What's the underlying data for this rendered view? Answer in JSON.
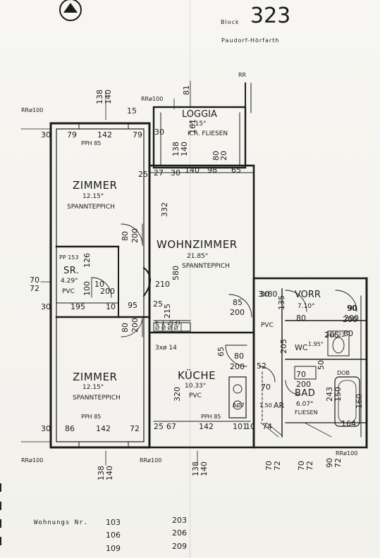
{
  "header": {
    "block_label": "Block",
    "block_number": "323",
    "location": "Paudorf-Hörfarth"
  },
  "rooms": {
    "loggia": {
      "name": "LOGGIA",
      "area": "5.15°",
      "floor": "K.R. FLIESEN"
    },
    "zimmer_top": {
      "name": "ZIMMER",
      "area": "12.15°",
      "floor": "SPANNTEPPICH"
    },
    "wohnzimmer": {
      "name": "WOHNZIMMER",
      "area": "21.85°",
      "floor": "SPANNTEPPICH"
    },
    "sr": {
      "name": "SR.",
      "area": "4.29°",
      "floor": "PVC"
    },
    "zimmer_bottom": {
      "name": "ZIMMER",
      "area": "12.15°",
      "floor": "SPANNTEPPICH"
    },
    "kueche": {
      "name": "KÜCHE",
      "area": "10.33°",
      "floor": "PVC"
    },
    "vorr": {
      "name": "VORR",
      "area": "7.10°"
    },
    "wc": {
      "name": "WC",
      "area": "1.95°"
    },
    "bad": {
      "name": "BAD",
      "area": "6.07°",
      "floor": "FLIESEN"
    },
    "ar": {
      "name": "AR",
      "area": "1.50"
    }
  },
  "annotations": {
    "rr100_top": "RRø100",
    "rr100_left": "RRø100",
    "rr100_bottom_left": "RRø100",
    "rr100_bottom_mid": "RRø100",
    "rr100_bottom_right": "RRø100",
    "rr_top": "RR",
    "pph85_top": "PPH 85",
    "pph85_bottom": "PPH 85",
    "pph85_kueche": "PPH 85",
    "pp153": "PP 153",
    "e12": "E 1 2(3)",
    "e_boxes": "Ø Ø Ø Ø",
    "three_x_14": "3xø 14",
    "three_x_22": "3xø 22",
    "pvc_vorr": "PVC",
    "aq": "AØ7",
    "dob": "DOB"
  },
  "dimensions": {
    "d30a": "30",
    "d79a": "79",
    "d142a": "142",
    "d79b": "79",
    "d30b": "30",
    "d15": "15",
    "d138a": "138",
    "d140a": "140",
    "d81": "81",
    "d138b": "138",
    "d140b": "140",
    "d161": "161",
    "d25a": "25",
    "d27": "27",
    "d30c": "30",
    "d140c": "140",
    "d98": "98",
    "d65": "65",
    "d80": "80",
    "d20": "20",
    "d332": "332",
    "d80b": "80",
    "d200a": "200",
    "d126": "126",
    "d70a": "70",
    "d72a": "72",
    "d100a": "100",
    "d10a": "10",
    "d200b": "200",
    "d210": "210",
    "d580": "580",
    "d30d": "30",
    "d195": "195",
    "d10b": "10",
    "d95": "95",
    "d25b": "25",
    "d215": "215",
    "d80c": "80",
    "d200c": "200",
    "d85": "85",
    "d200d": "200",
    "d3x80": "3x80",
    "d135": "135",
    "d65b": "65",
    "d80d": "80",
    "d200e": "200",
    "d52": "52",
    "d320": "320",
    "d30e": "30",
    "d86": "86",
    "d142b": "142",
    "d72b": "72",
    "d25c": "25",
    "d67": "67",
    "d142c": "142",
    "d101": "101",
    "d10c": "10",
    "d74": "74",
    "d138c": "138",
    "d140d": "140",
    "d138d": "138",
    "d140e": "140",
    "d70b": "70",
    "d72c": "72",
    "d70c": "70",
    "d72d": "72",
    "d90": "90",
    "d72e": "72",
    "d80e": "80",
    "d205": "205",
    "d70d": "70",
    "d205b": "205",
    "d80f": "80",
    "d90b": "90",
    "d200f": "200",
    "d70e": "70",
    "d200g": "200",
    "d50": "50",
    "d243": "243",
    "d150": "150",
    "d164": "164",
    "d160": "160",
    "d30f": "30",
    "d90c": "90",
    "d200h": "200"
  },
  "footer": {
    "label": "Wohnungs Nr.",
    "col1": [
      "103",
      "106",
      "109"
    ],
    "col2": [
      "203",
      "206",
      "209"
    ]
  }
}
